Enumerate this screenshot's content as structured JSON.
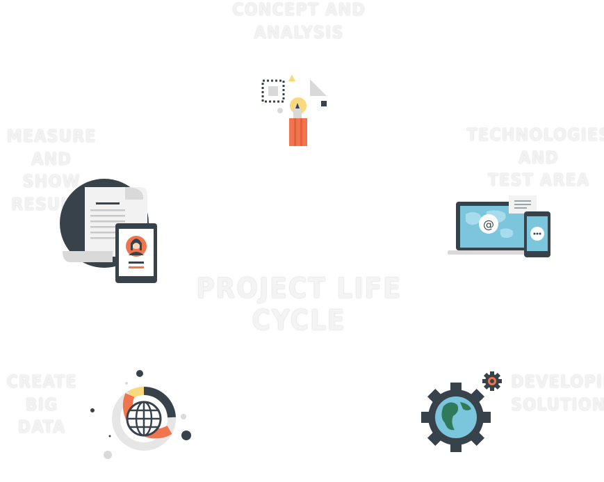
{
  "title": "PROJECT LIFE CYCLE",
  "steps": {
    "concept": {
      "label": "CONCEPT AND ANALYSIS",
      "icon": "pencil-design-icon"
    },
    "technologies": {
      "line1": "TECHNOLOGIES AND",
      "line2": "TEST AREA",
      "icon": "laptop-phone-icon"
    },
    "developing": {
      "line1": "DEVELOPING",
      "line2": "SOLUTION",
      "icon": "gear-globe-icon"
    },
    "bigdata": {
      "line1": "CREATE",
      "line2": "BIG DATA",
      "icon": "globe-chart-icon"
    },
    "measure": {
      "line1": "MEASURE AND",
      "line2": "SHOW RESULTS",
      "icon": "document-tablet-icon"
    }
  },
  "colors": {
    "dark": "#37424a",
    "orange": "#f0744d",
    "yellow": "#f9d87e",
    "screen": "#7cc6dd",
    "gray": "#d9d9d9"
  }
}
